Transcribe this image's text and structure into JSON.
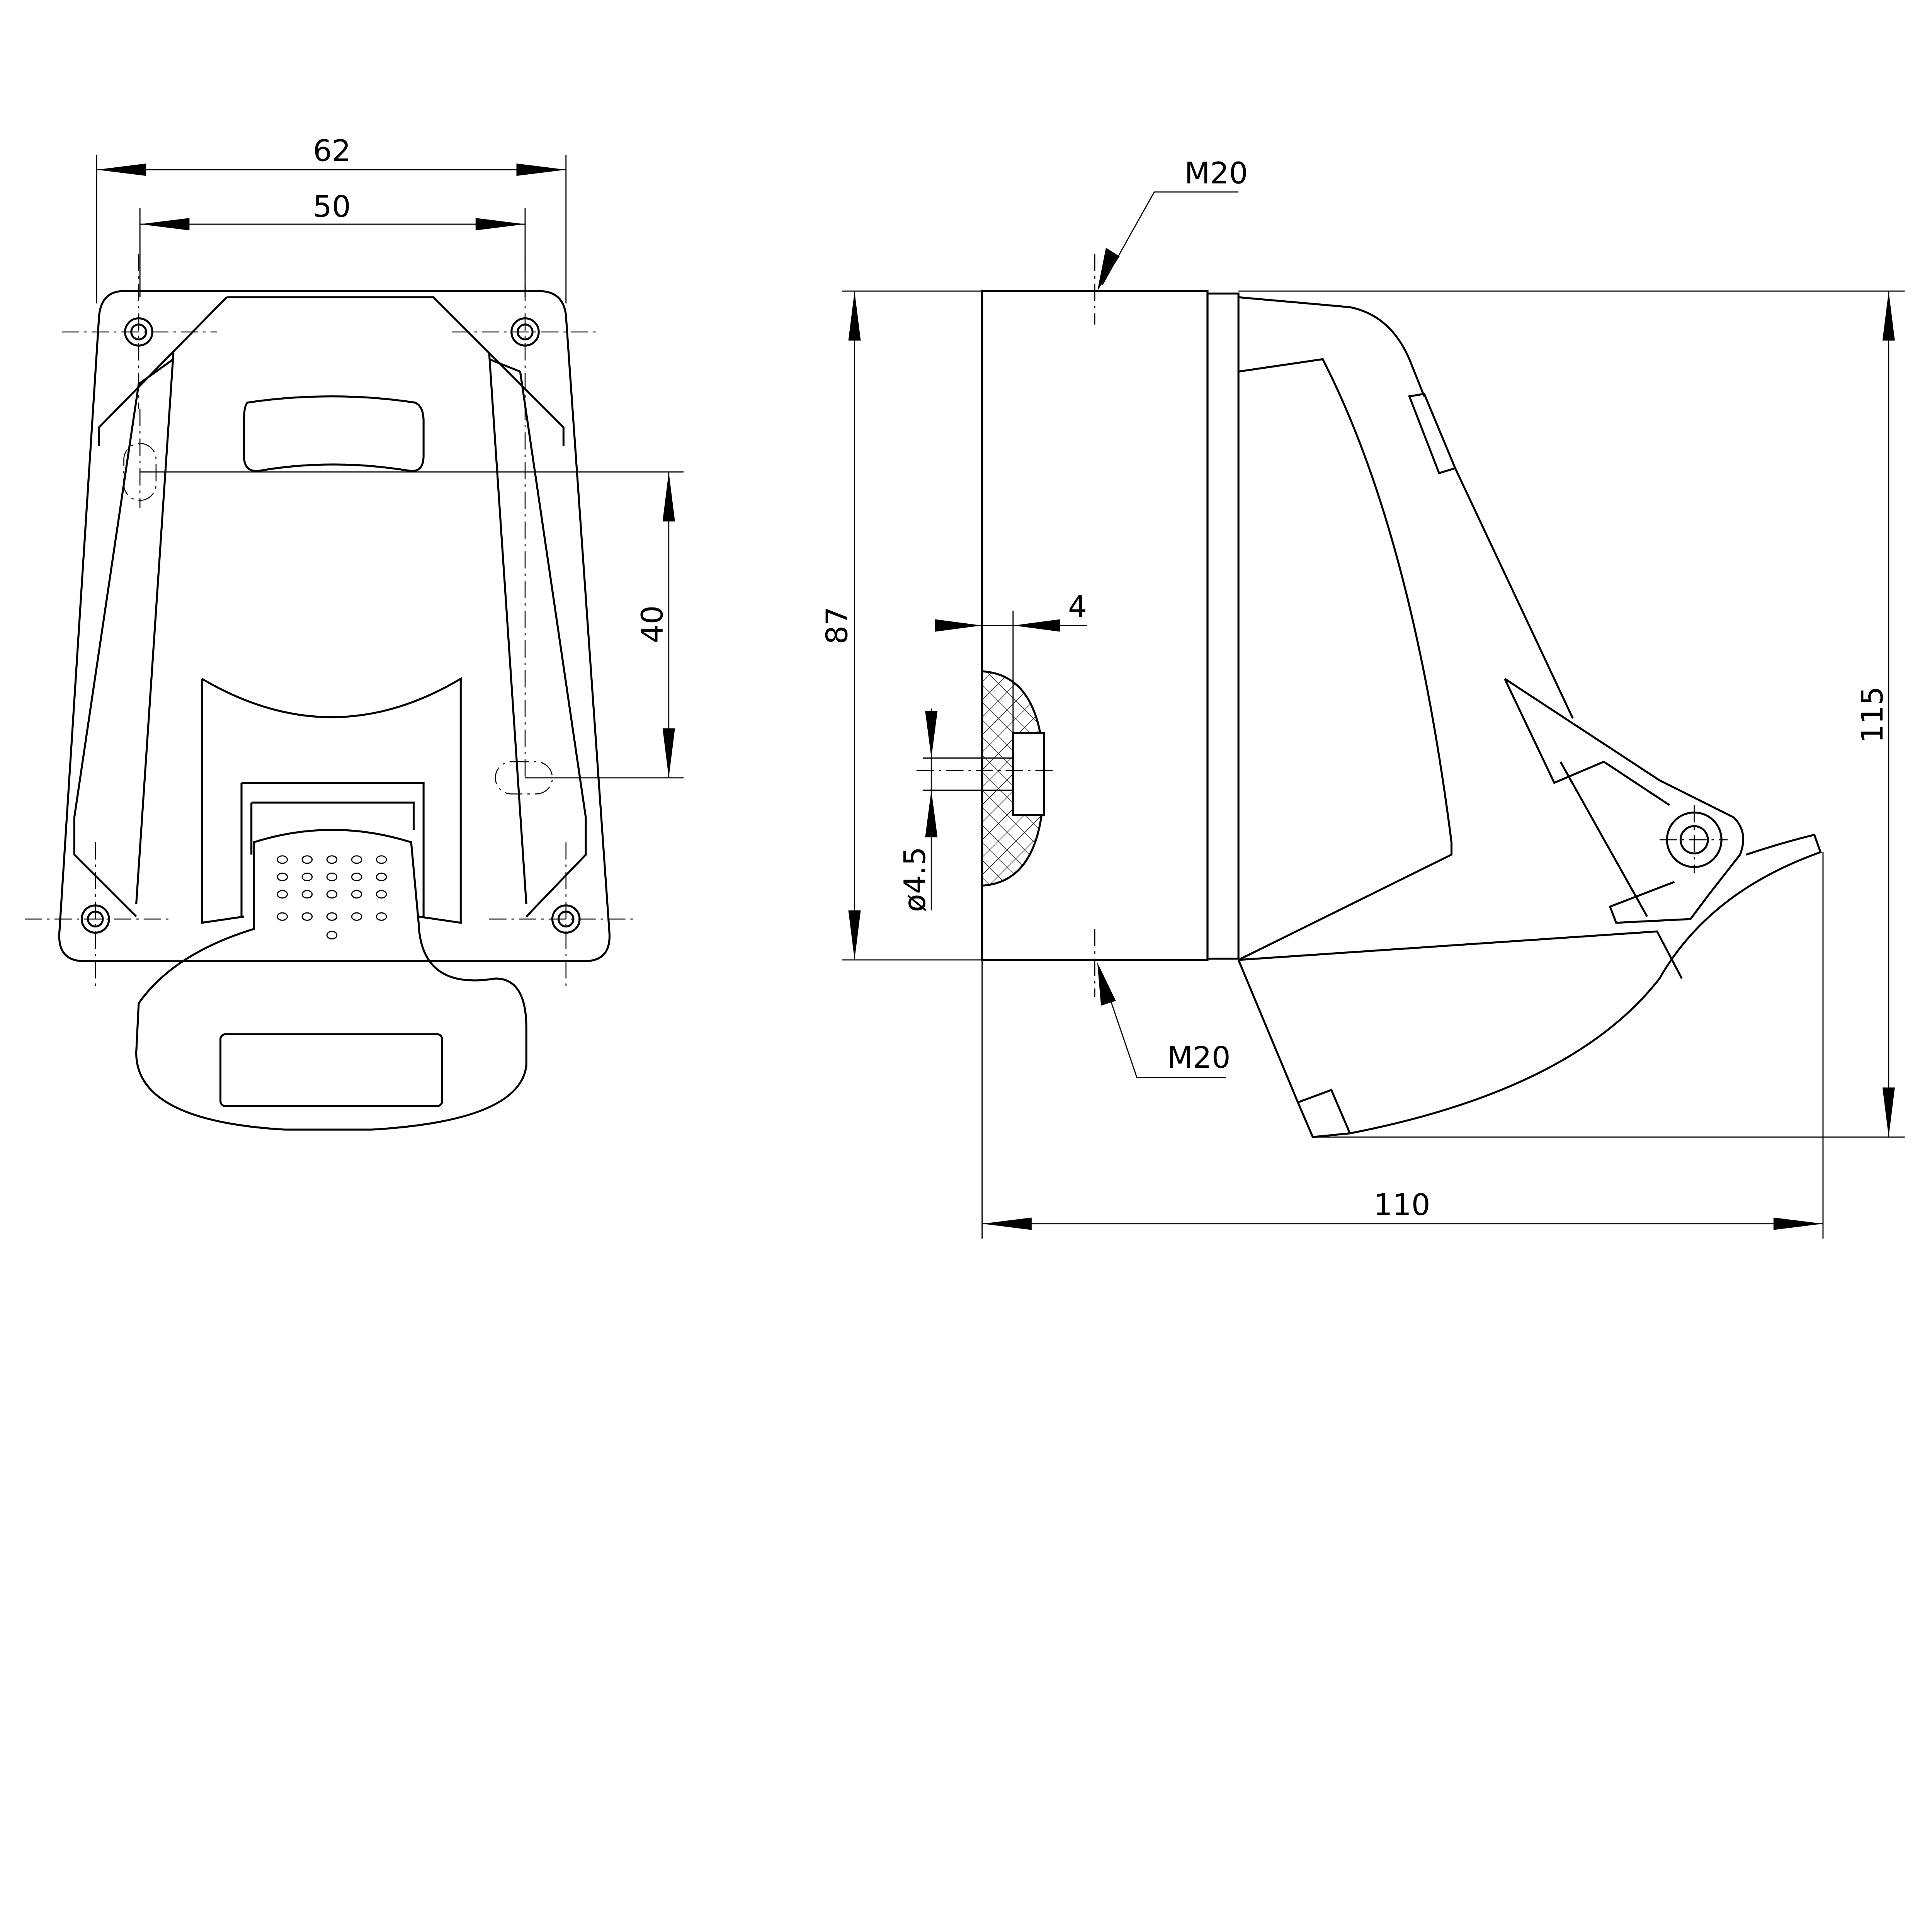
{
  "title": "Surface mounted socket dimension drawing",
  "front_view": {
    "dim_width_outer": "62",
    "dim_width_holes": "50",
    "dim_slot_spacing": "40"
  },
  "side_view": {
    "dim_height_box": "87",
    "dim_wall": "4",
    "dim_hole_diameter": "ø4.5",
    "thread_top": "M20",
    "thread_bottom": "M20",
    "dim_total_height": "115",
    "dim_depth": "110"
  },
  "colors": {
    "line": "#000000",
    "background": "#ffffff"
  }
}
